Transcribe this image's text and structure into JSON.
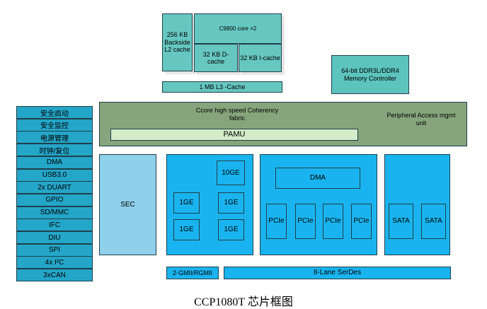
{
  "core_cluster": {
    "l2_cache": "256 KB Backside L2 cache",
    "core": "C9800 core ×2",
    "dcache": "32 KB D-cache",
    "icache": "32 KB I-cache",
    "l3_cache": "1 MB L3 -Cache"
  },
  "memory_controller": "64-bit DDR3L/DDR4 Memory Controller",
  "fabric": {
    "coherency": "Ccore high speed Coherency fabric",
    "peripheral": "Peripheral Access mgmt unit",
    "pamu": "PAMU"
  },
  "sidebar": {
    "items": [
      {
        "label": "安全启动"
      },
      {
        "label": "安全监控"
      },
      {
        "label": "电源管理"
      },
      {
        "label": "时钟/复位"
      },
      {
        "label": "DMA"
      },
      {
        "label": "USB3.0"
      },
      {
        "label": "2x DUART"
      },
      {
        "label": "GPIO"
      },
      {
        "label": "SD/MMC"
      },
      {
        "label": "IFC"
      },
      {
        "label": "DIU"
      },
      {
        "label": "SPI"
      },
      {
        "label": "4x I²C"
      },
      {
        "label": "3xCAN"
      }
    ]
  },
  "sec": "SEC",
  "ethernet": {
    "tenge": "10GE",
    "ge_labels": [
      "1GE",
      "1GE",
      "1GE",
      "1GE"
    ]
  },
  "pcie": {
    "dma": "DMA",
    "labels": [
      "PCIe",
      "PCIe",
      "PCIe",
      "PCIe"
    ]
  },
  "sata": {
    "labels": [
      "SATA",
      "SATA"
    ]
  },
  "rgmii": "2-GMII/RGMII",
  "serdes": "8-Lane SerDes",
  "caption": "CCP1080T 芯片框图"
}
